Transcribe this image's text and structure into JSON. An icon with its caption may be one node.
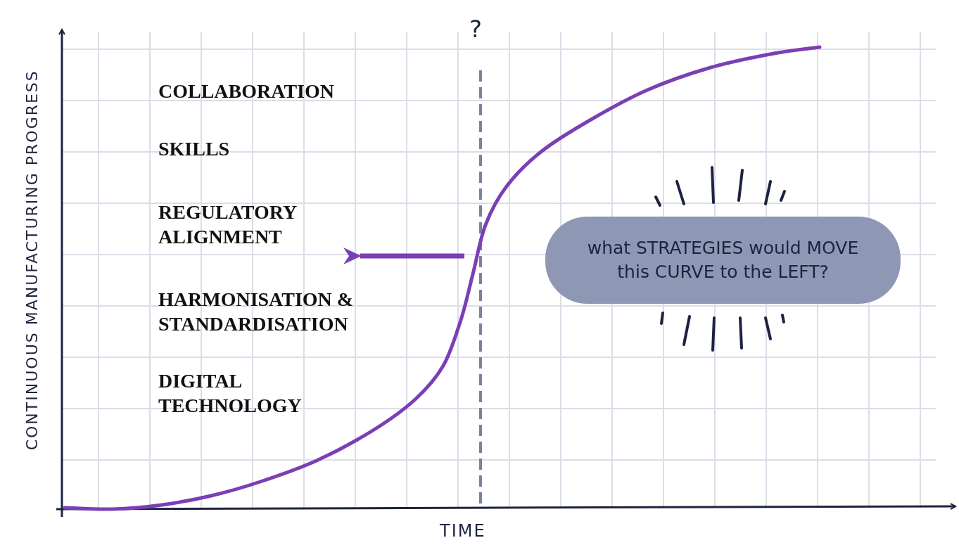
{
  "diagram": {
    "nodes": [
      {
        "text": [
          "what STRATEGIES would MOVE this CURVE to the LEFT?"
        ]
      }
    ],
    "labels": [
      "?",
      "COLLABORATION",
      "SKILLS",
      "REGULATORY ALIGNMENT",
      "HARMONISATION & STANDARDISATION",
      "DIGITAL TECHNOLOGY",
      "CONTINUOUS MANUFACTURING PROGRESS",
      "TIME"
    ]
  }
}
